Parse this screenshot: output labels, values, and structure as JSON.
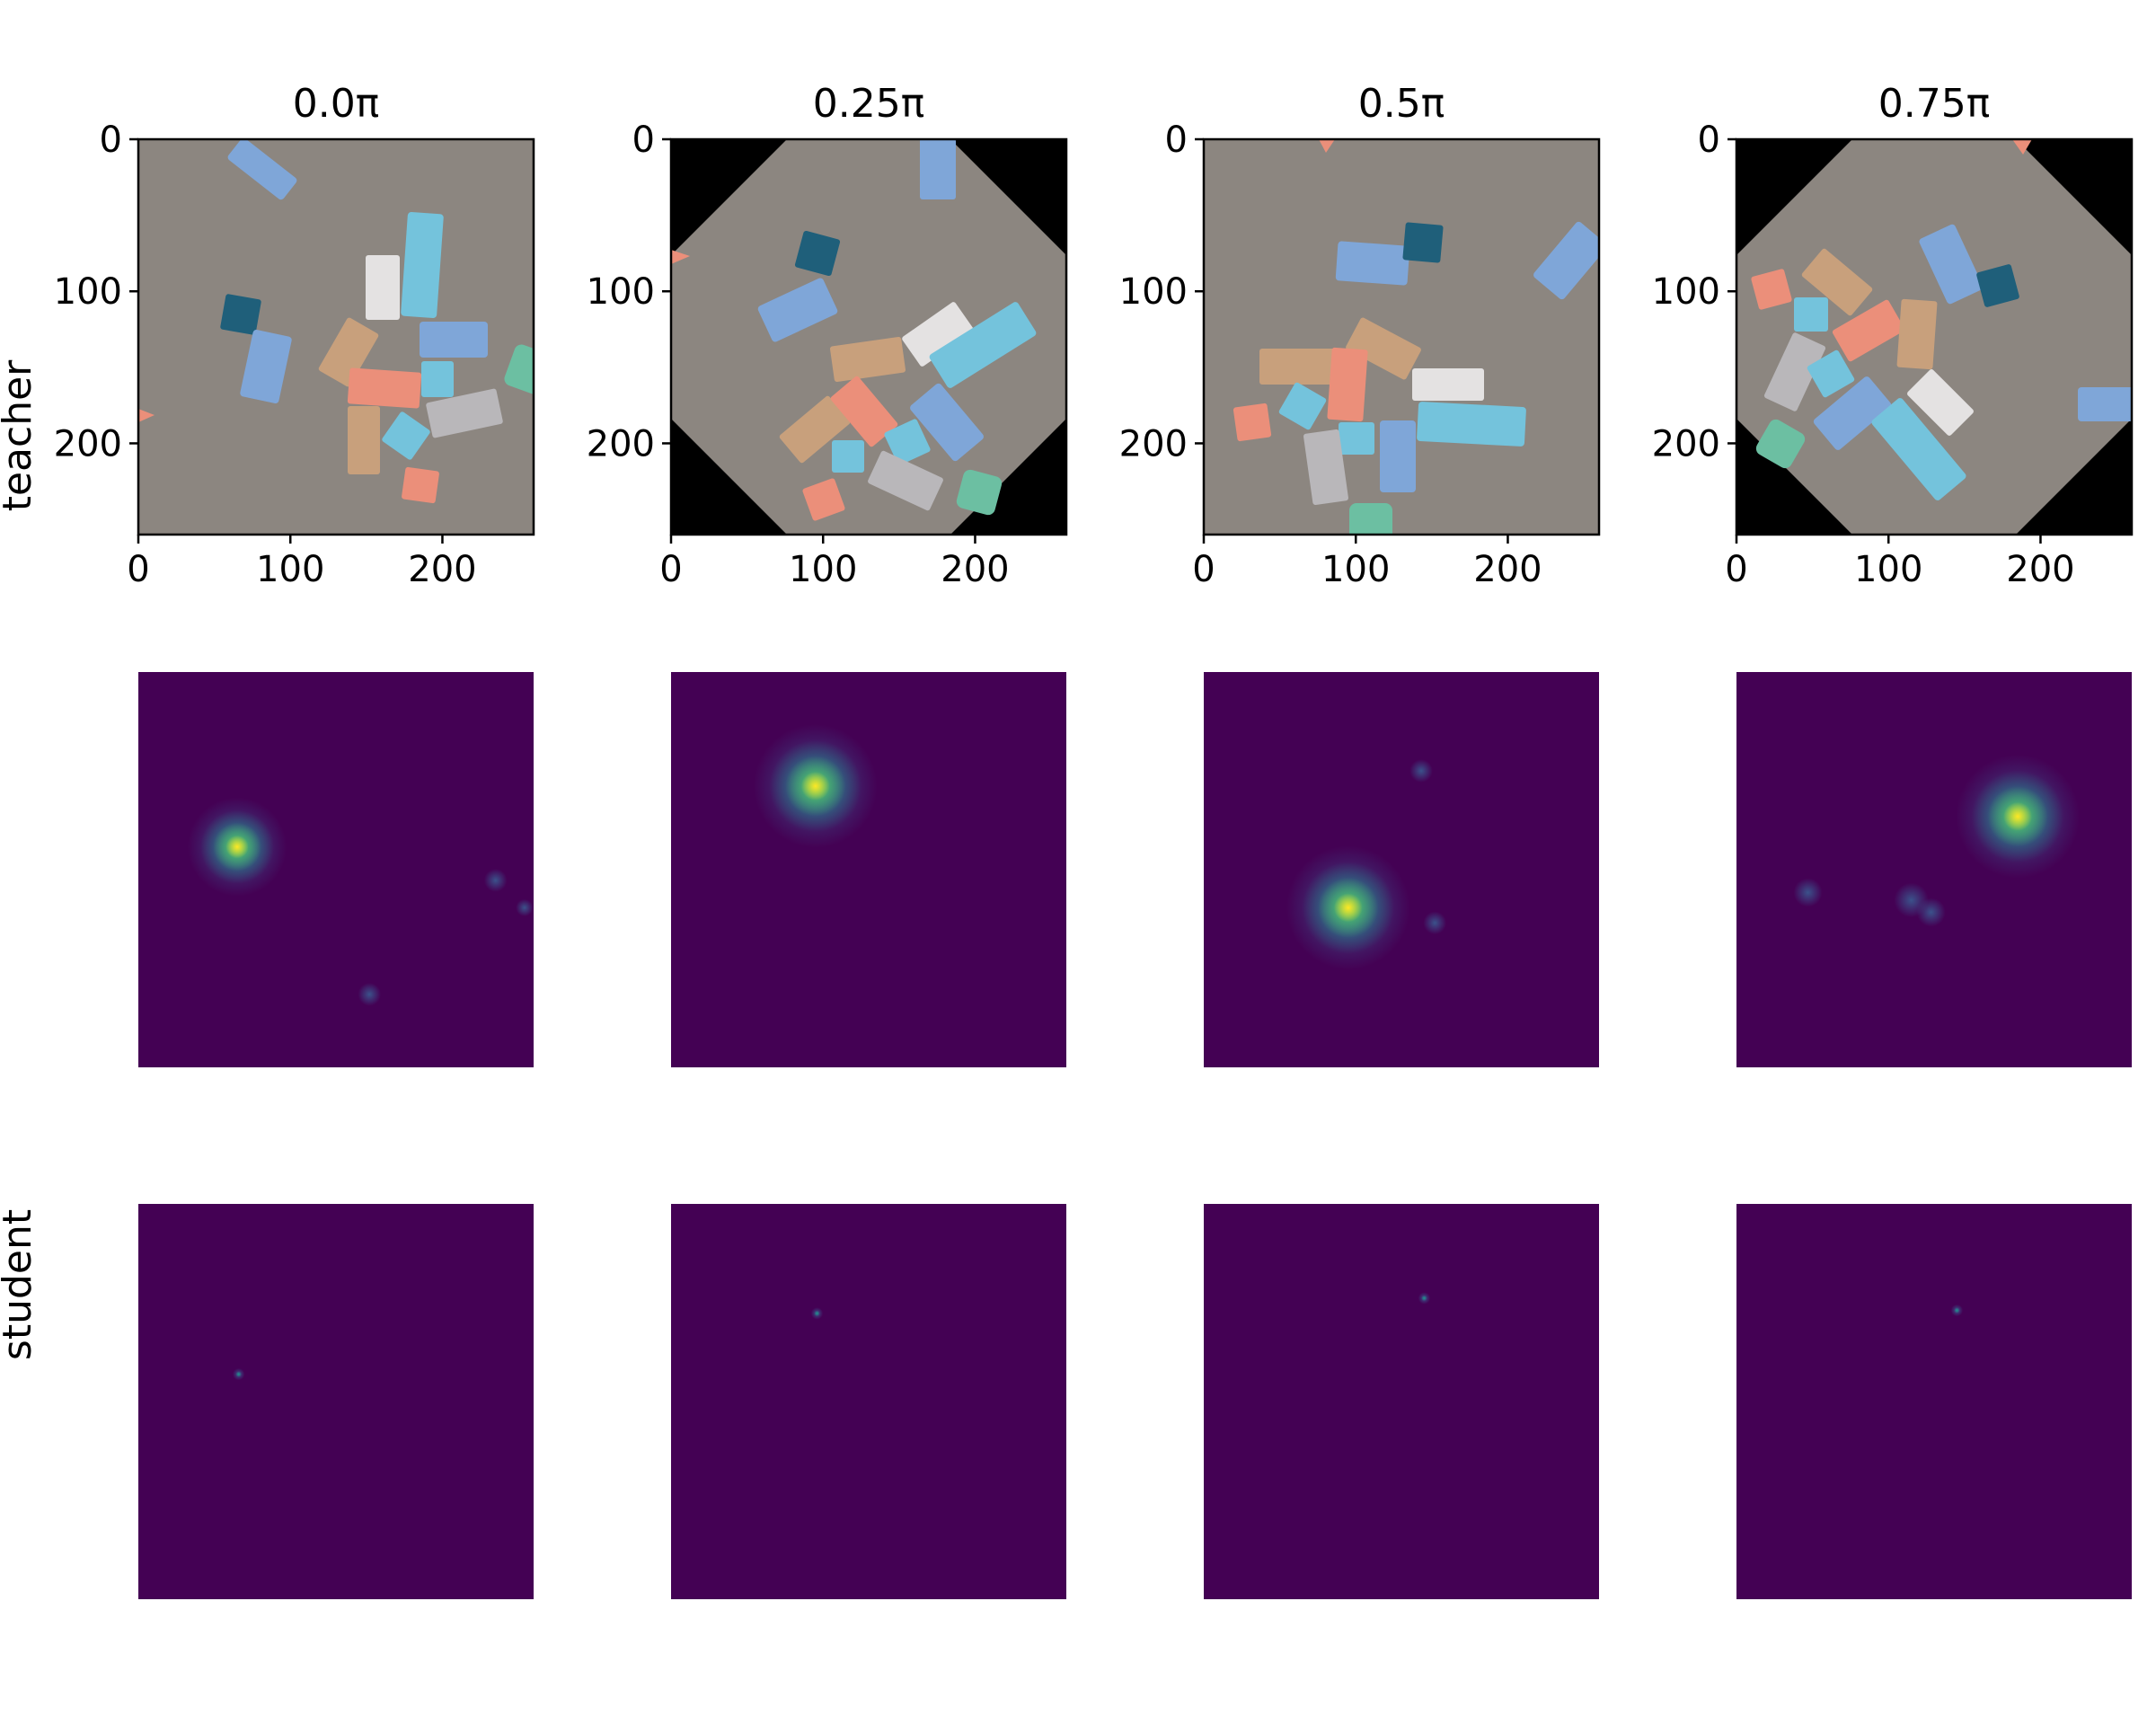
{
  "colors": {
    "heatmap_background": "#440154",
    "scene_floor": "#8c8680",
    "rotation_mask": "#000000",
    "viridis": [
      "#440154",
      "#3b528b",
      "#21918c",
      "#5ec962",
      "#fde725"
    ],
    "blocks": {
      "blue": "#7fa6d8",
      "cyan": "#74c3dc",
      "teal_dark": "#1f5f7a",
      "white": "#e4e2e2",
      "grey": "#b9b7ba",
      "tan": "#c8a07c",
      "salmon": "#eb8f7a",
      "green": "#6cbfa2"
    }
  },
  "chart_data": {
    "type": "heatmap",
    "columns": [
      {
        "title": "0.0π",
        "rotation_pi": 0.0
      },
      {
        "title": "0.25π",
        "rotation_pi": 0.25
      },
      {
        "title": "0.5π",
        "rotation_pi": 0.5
      },
      {
        "title": "0.75π",
        "rotation_pi": 0.75
      }
    ],
    "rows": [
      {
        "label": "teacher",
        "content": "rgb image"
      },
      {
        "label": "",
        "content": "teacher heatmap"
      },
      {
        "label": "student",
        "content": "student heatmap"
      }
    ],
    "image_axes": {
      "xlim": [
        0,
        260
      ],
      "ylim": [
        260,
        0
      ],
      "x_ticks": [
        0,
        100,
        200
      ],
      "y_ticks": [
        0,
        100,
        200
      ],
      "x_tick_labels": [
        "0",
        "100",
        "200"
      ],
      "y_tick_labels": [
        "0",
        "100",
        "200"
      ]
    },
    "peaks": {
      "teacher": [
        {
          "x": 65,
          "y": 115,
          "value": 1.0,
          "spread": 4
        },
        {
          "x": 95,
          "y": 75,
          "value": 1.0,
          "spread": 5
        },
        {
          "x": 95,
          "y": 155,
          "value": 1.0,
          "spread": 5
        },
        {
          "x": 185,
          "y": 95,
          "value": 1.0,
          "spread": 5
        }
      ],
      "teacher_secondary": [
        [
          {
            "x": 152,
            "y": 212,
            "value": 0.22,
            "spread": 4
          },
          {
            "x": 205,
            "y": 120,
            "value": 0.12,
            "spread": 4
          },
          {
            "x": 235,
            "y": 137,
            "value": 0.14,
            "spread": 4
          },
          {
            "x": 254,
            "y": 155,
            "value": 0.22,
            "spread": 3
          },
          {
            "x": 132,
            "y": 185,
            "value": 0.12,
            "spread": 6
          }
        ],
        [
          {
            "x": 185,
            "y": 105,
            "value": 0.08,
            "spread": 7
          },
          {
            "x": 90,
            "y": 200,
            "value": 0.06,
            "spread": 6
          },
          {
            "x": 205,
            "y": 235,
            "value": 0.05,
            "spread": 6
          }
        ],
        [
          {
            "x": 143,
            "y": 65,
            "value": 0.22,
            "spread": 4
          },
          {
            "x": 152,
            "y": 165,
            "value": 0.15,
            "spread": 4
          },
          {
            "x": 80,
            "y": 218,
            "value": 0.07,
            "spread": 4
          }
        ],
        [
          {
            "x": 47,
            "y": 145,
            "value": 0.22,
            "spread": 5
          },
          {
            "x": 115,
            "y": 150,
            "value": 0.18,
            "spread": 6
          },
          {
            "x": 128,
            "y": 158,
            "value": 0.18,
            "spread": 5
          },
          {
            "x": 72,
            "y": 125,
            "value": 0.08,
            "spread": 7
          },
          {
            "x": 20,
            "y": 192,
            "value": 0.06,
            "spread": 6
          },
          {
            "x": 250,
            "y": 170,
            "value": 0.05,
            "spread": 8
          }
        ]
      ],
      "student": [
        {
          "x": 66,
          "y": 112,
          "value": 0.55,
          "spread": 1
        },
        {
          "x": 96,
          "y": 72,
          "value": 0.55,
          "spread": 1
        },
        {
          "x": 145,
          "y": 62,
          "value": 0.5,
          "spread": 1
        },
        {
          "x": 145,
          "y": 70,
          "value": 0.5,
          "spread": 1
        }
      ],
      "student_secondary": [
        [
          {
            "x": 79,
            "y": 155,
            "value": 0.1,
            "spread": 1
          }
        ],
        [],
        [
          {
            "x": 75,
            "y": 218,
            "value": 0.1,
            "spread": 1
          }
        ],
        []
      ]
    }
  }
}
